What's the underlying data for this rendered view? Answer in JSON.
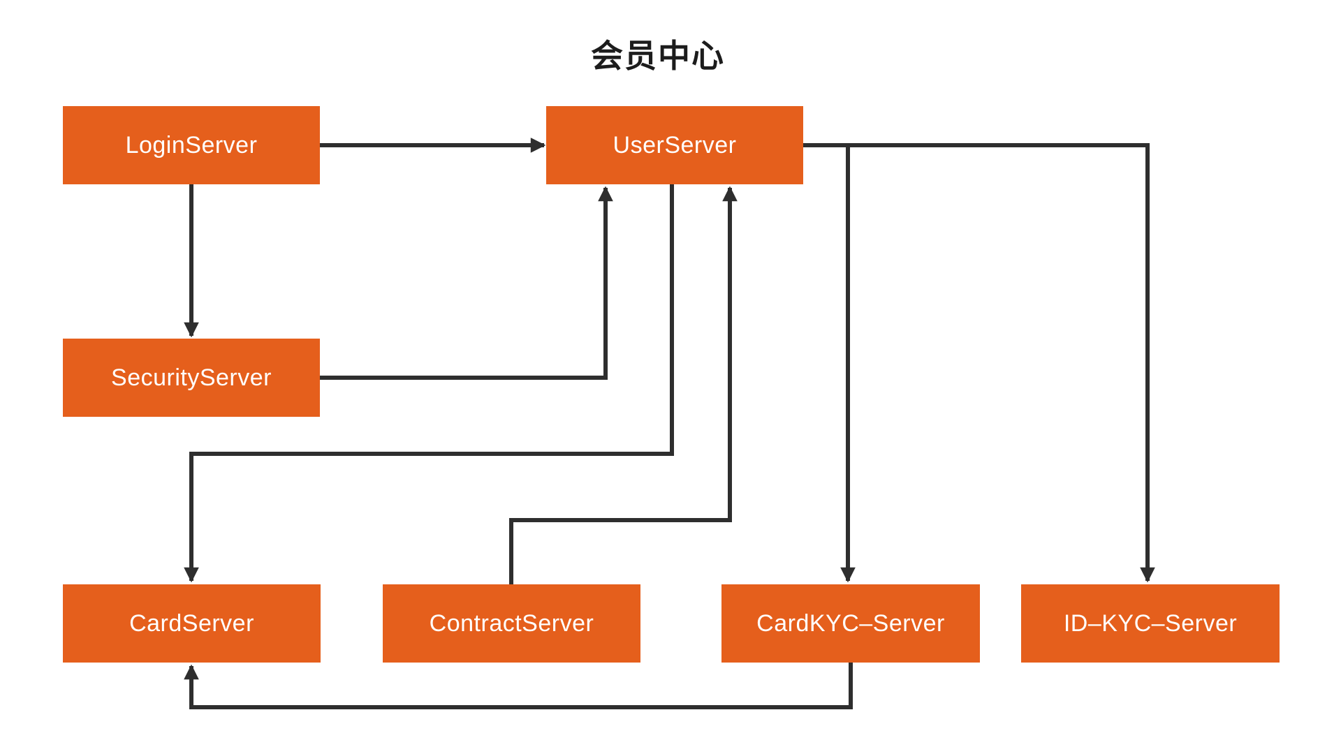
{
  "title": "会员中心",
  "colors": {
    "node_fill": "#e55f1c",
    "node_text": "#ffffff",
    "connector": "#2e2e2e",
    "title_text": "#1c1c1c",
    "background": "#ffffff"
  },
  "nodes": [
    {
      "id": "login-server",
      "label": "LoginServer"
    },
    {
      "id": "user-server",
      "label": "UserServer"
    },
    {
      "id": "security-server",
      "label": "SecurityServer"
    },
    {
      "id": "card-server",
      "label": "CardServer"
    },
    {
      "id": "contract-server",
      "label": "ContractServer"
    },
    {
      "id": "card-kyc-server",
      "label": "CardKYC–Server"
    },
    {
      "id": "id-kyc-server",
      "label": "ID–KYC–Server"
    }
  ],
  "edges": [
    {
      "from": "LoginServer",
      "to": "UserServer"
    },
    {
      "from": "LoginServer",
      "to": "SecurityServer"
    },
    {
      "from": "SecurityServer",
      "to": "UserServer"
    },
    {
      "from": "UserServer",
      "to": "CardServer"
    },
    {
      "from": "ContractServer",
      "to": "UserServer"
    },
    {
      "from": "UserServer",
      "to": "CardKYC–Server"
    },
    {
      "from": "UserServer",
      "to": "ID–KYC–Server"
    },
    {
      "from": "CardKYC–Server",
      "to": "CardServer"
    }
  ]
}
